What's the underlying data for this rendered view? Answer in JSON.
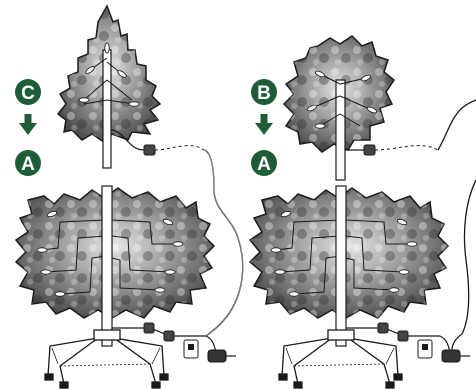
{
  "badges": {
    "left_top": "C",
    "left_bottom": "A",
    "right_top": "B",
    "right_bottom": "A"
  },
  "colors": {
    "badge_fill": "#1f5c38",
    "badge_text": "#ffffff",
    "foliage_dark": "#222222",
    "foliage_mid": "#8a8a8a",
    "foliage_light": "#d4d4d4",
    "outline": "#1a1a1a",
    "pole": "#ffffff"
  },
  "icons": {
    "arrow": "arrow-down-icon",
    "plug": "power-adapter-icon"
  }
}
